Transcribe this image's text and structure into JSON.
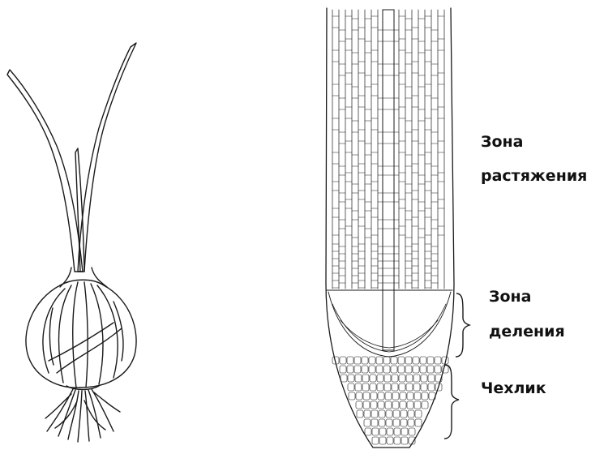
{
  "labels": {
    "elongation_zone_line1": "Зона",
    "elongation_zone_line2": "растяжения",
    "division_zone_line1": "Зона",
    "division_zone_line2": "деления",
    "root_cap": "Чехлик"
  },
  "colors": {
    "ink": "#1a1a1a",
    "background": "#ffffff"
  },
  "icons": {
    "left_figure": "onion-bulb-sprout-drawing",
    "right_figure": "root-tip-micrograph-drawing"
  }
}
